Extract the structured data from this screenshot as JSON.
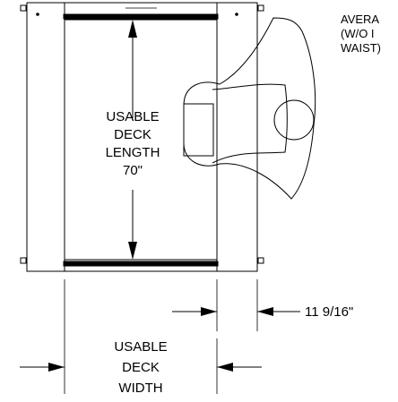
{
  "labels": {
    "length_line1": "USABLE",
    "length_line2": "DECK",
    "length_line3": "LENGTH",
    "length_value": "70\"",
    "width_line1": "USABLE",
    "width_line2": "DECK",
    "width_line3": "WIDTH",
    "rail_width": "11 9/16\"",
    "side_note_line1": "AVERA",
    "side_note_line2": "(W/O I",
    "side_note_line3": "WAIST)"
  }
}
